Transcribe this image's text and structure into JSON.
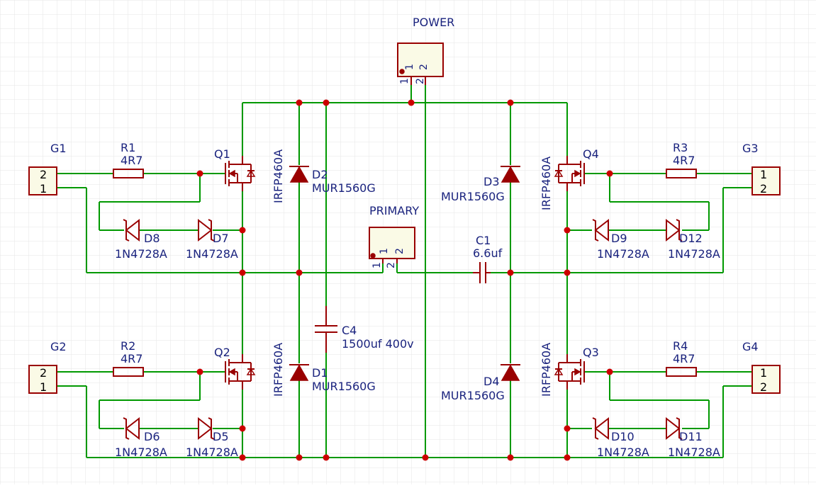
{
  "labels": {
    "power": "POWER",
    "primary": "PRIMARY",
    "g1": "G1",
    "g2": "G2",
    "g3": "G3",
    "g4": "G4",
    "r1_ref": "R1",
    "r1_val": "4R7",
    "r2_ref": "R2",
    "r2_val": "4R7",
    "r3_ref": "R3",
    "r3_val": "4R7",
    "r4_ref": "R4",
    "r4_val": "4R7",
    "q1": "Q1",
    "q2": "Q2",
    "q3": "Q3",
    "q4": "Q4",
    "mos_part": "IRFP460A",
    "d1": "D1",
    "d2": "D2",
    "d3": "D3",
    "d4": "D4",
    "mur": "MUR1560G",
    "d5": "D5",
    "d6": "D6",
    "d7": "D7",
    "d8": "D8",
    "d9": "D9",
    "d10": "D10",
    "d11": "D11",
    "d12": "D12",
    "zener": "1N4728A",
    "c1_ref": "C1",
    "c1_val": "6.6uf",
    "c4_ref": "C4",
    "c4_val": "1500uf 400v",
    "pin1": "1",
    "pin2": "2"
  }
}
